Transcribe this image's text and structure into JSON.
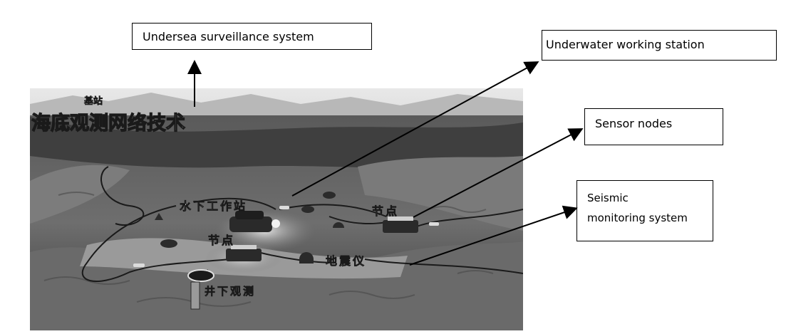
{
  "image": {
    "title_cn": "海底观测网络技术",
    "base_station_cn": "基站",
    "labels_cn": {
      "underwater_station": "水下工作站",
      "node_right": "节点",
      "node_left": "节点",
      "seismometer": "地震仪",
      "borehole": "井下观测"
    }
  },
  "callouts": {
    "surveillance": "Undersea surveillance system",
    "working_station": "Underwater working  station",
    "sensor_nodes": "Sensor nodes",
    "seismic_line1": "Seismic",
    "seismic_line2": "monitoring system"
  },
  "colors": {
    "line": "#000000",
    "box_border": "#000000"
  }
}
